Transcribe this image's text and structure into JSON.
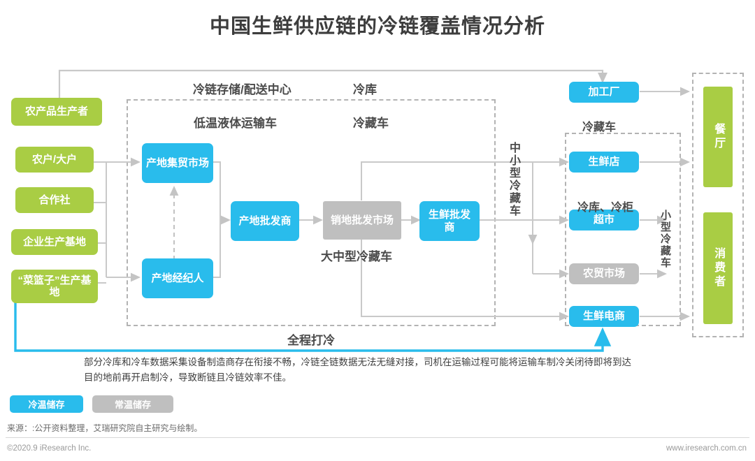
{
  "title": "中国生鲜供应链的冷链覆盖情况分析",
  "producers": [
    {
      "label": "农产品生产者"
    },
    {
      "label": "农户/大户"
    },
    {
      "label": "合作社"
    },
    {
      "label": "企业生产基地"
    },
    {
      "label": "“菜篮子”生产基地"
    }
  ],
  "zones": {
    "cold_storage_center": "冷链存储/配送中心",
    "cold_warehouse": "冷库",
    "full_cold": "全程打冷"
  },
  "transport_labels": {
    "low_temp_liquid_truck": "低温液体运输车",
    "refrigerated_truck_1": "冷藏车",
    "large_medium_refrigerated_truck": "大中型冷藏车",
    "medium_small_refrigerated_truck": "中小型冷藏车",
    "refrigerated_truck_2": "冷藏车",
    "cold_storage_cabinet": "冷库、冷柜",
    "small_refrigerated_truck": "小型冷藏车"
  },
  "midstream": [
    {
      "label": "产地集贸市场",
      "type": "blue"
    },
    {
      "label": "产地经纪人",
      "type": "blue"
    },
    {
      "label": "产地批发商",
      "type": "blue"
    },
    {
      "label": "销地批发市场",
      "type": "gray"
    },
    {
      "label": "生鲜批发商",
      "type": "blue"
    }
  ],
  "channels": [
    {
      "label": "加工厂",
      "type": "blue"
    },
    {
      "label": "生鲜店",
      "type": "blue"
    },
    {
      "label": "超市",
      "type": "blue"
    },
    {
      "label": "农贸市场",
      "type": "gray"
    },
    {
      "label": "生鲜电商",
      "type": "blue"
    }
  ],
  "endpoints": [
    {
      "label": "餐厅"
    },
    {
      "label": "消费者"
    }
  ],
  "note": "部分冷库和冷车数据采集设备制造商存在衔接不畅，冷链全链数据无法无缝对接，司机在运输过程可能将运输车制冷关闭待即将到达目的地前再开启制冷，导致断链且冷链效率不佳。",
  "legend": [
    {
      "label": "冷温储存",
      "color": "#29bcec"
    },
    {
      "label": "常温储存",
      "color": "#bfbfbf"
    }
  ],
  "source": "来源：:公开资料整理，艾瑞研究院自主研究与绘制。",
  "copyright": "©2020.9 iResearch Inc.",
  "website": "www.iresearch.com.cn",
  "colors": {
    "green": "#a9cd44",
    "blue": "#29bcec",
    "gray": "#bfbfbf",
    "wire": "#c9c9c9",
    "dash": "#b3b3b3"
  }
}
